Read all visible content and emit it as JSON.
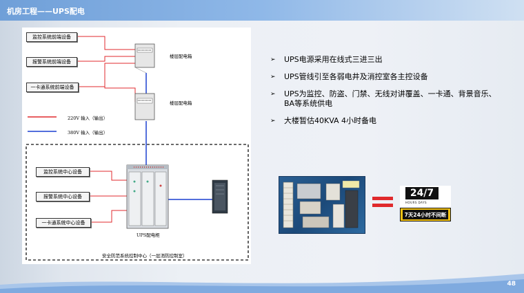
{
  "header": {
    "title": "机房工程——UPS配电"
  },
  "page_number": "48",
  "diagram": {
    "top_devices": [
      "监控系统前端设备",
      "报警系统前端设备",
      "一卡通系统前端设备"
    ],
    "floor_box_labels": [
      "楼层配电箱",
      "楼层配电箱"
    ],
    "legend": [
      {
        "label": "220V 输入（输出）",
        "color": "#e0292c"
      },
      {
        "label": "380V 输入（输出）",
        "color": "#1a3fd0"
      }
    ],
    "center_devices": [
      "监控系统中心设备",
      "报警系统中心设备",
      "一卡通系统中心设备"
    ],
    "ups_cabinet_label": "UPS配电柜",
    "control_center_label": "安全防范系统控制中心（一层消防控制室）"
  },
  "bullets": [
    "UPS电源采用在线式三进三出",
    "UPS管线引至各弱电井及消控室各主控设备",
    "UPS为监控、防盗、门禁、无线对讲覆盖、一卡通、背景音乐、BA等系统供电",
    "大楼暂估40KVA 4小时备电"
  ],
  "badge": {
    "big": "24/7",
    "sub": "HOURS   DAYS",
    "bar": "7天24小时不间断"
  },
  "colors": {
    "red_line": "#e0292c",
    "blue_line": "#1a3fd0"
  }
}
